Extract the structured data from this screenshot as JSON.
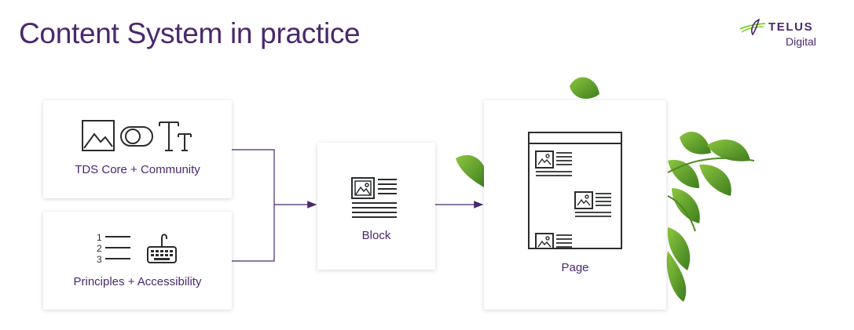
{
  "title": "Content System in practice",
  "logo": {
    "brand": "TELUS",
    "sub": "Digital",
    "mark_icon": "telus-leaf-icon"
  },
  "colors": {
    "brand_purple": "#4b286d",
    "brand_green": "#66cc00",
    "icon_black": "#2a2c2e"
  },
  "nodes": {
    "core": {
      "label": "TDS Core + Community",
      "icons": [
        "image-icon",
        "toggle-icon",
        "typography-icon"
      ]
    },
    "principles": {
      "label": "Principles + Accessibility",
      "icons": [
        "numbered-list-icon",
        "keyboard-icon"
      ]
    },
    "block": {
      "label": "Block",
      "icons": [
        "content-block-icon"
      ]
    },
    "page": {
      "label": "Page",
      "icons": [
        "page-layout-icon"
      ]
    }
  },
  "edges": [
    {
      "from": "TDS Core + Community",
      "to": "Block"
    },
    {
      "from": "Principles + Accessibility",
      "to": "Block"
    },
    {
      "from": "Block",
      "to": "Page"
    }
  ]
}
